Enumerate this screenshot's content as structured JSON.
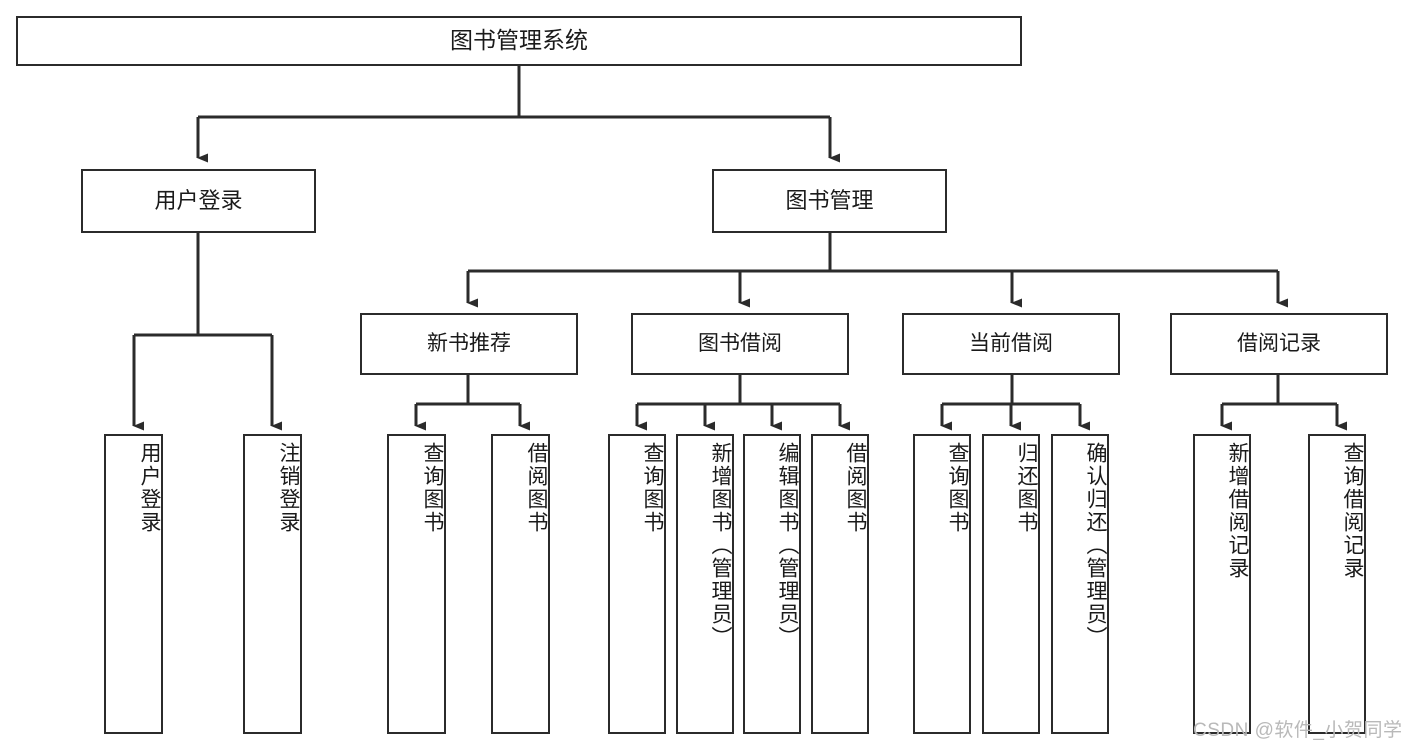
{
  "diagram": {
    "title": "图书管理系统",
    "type": "tree-hierarchy-chart",
    "watermark": "CSDN @软件_小贺同学",
    "colors": {
      "box_border": "#2b2b2b",
      "box_fill": "#ffffff",
      "edge": "#2b2b2b",
      "text": "#1a1a1a",
      "watermark": "#b9b9b9",
      "background": "#ffffff"
    },
    "nodes": {
      "root": {
        "label": "图书管理系统"
      },
      "level2": [
        {
          "id": "user-login",
          "label": "用户登录"
        },
        {
          "id": "book-manage",
          "label": "图书管理"
        }
      ],
      "level3": [
        {
          "id": "new-book-recommend",
          "label": "新书推荐"
        },
        {
          "id": "book-borrow",
          "label": "图书借阅"
        },
        {
          "id": "current-borrow",
          "label": "当前借阅"
        },
        {
          "id": "borrow-record",
          "label": "借阅记录"
        }
      ],
      "leaves": {
        "user-login": [
          {
            "id": "leaf-user-login",
            "label": "用户登录"
          },
          {
            "id": "leaf-logout-login",
            "label": "注销登录"
          }
        ],
        "new-book-recommend": [
          {
            "id": "leaf-query-book-1",
            "label": "查询图书"
          },
          {
            "id": "leaf-borrow-book-1",
            "label": "借阅图书"
          }
        ],
        "book-borrow": [
          {
            "id": "leaf-query-book-2",
            "label": "查询图书"
          },
          {
            "id": "leaf-add-book",
            "label": "新增图书（管理员）"
          },
          {
            "id": "leaf-edit-book",
            "label": "编辑图书（管理员）"
          },
          {
            "id": "leaf-borrow-book-2",
            "label": "借阅图书"
          }
        ],
        "current-borrow": [
          {
            "id": "leaf-query-book-3",
            "label": "查询图书"
          },
          {
            "id": "leaf-return-book",
            "label": "归还图书"
          },
          {
            "id": "leaf-confirm-return",
            "label": "确认归还（管理员）"
          }
        ],
        "borrow-record": [
          {
            "id": "leaf-add-record",
            "label": "新增借阅记录"
          },
          {
            "id": "leaf-query-record",
            "label": "查询借阅记录"
          }
        ]
      }
    }
  }
}
